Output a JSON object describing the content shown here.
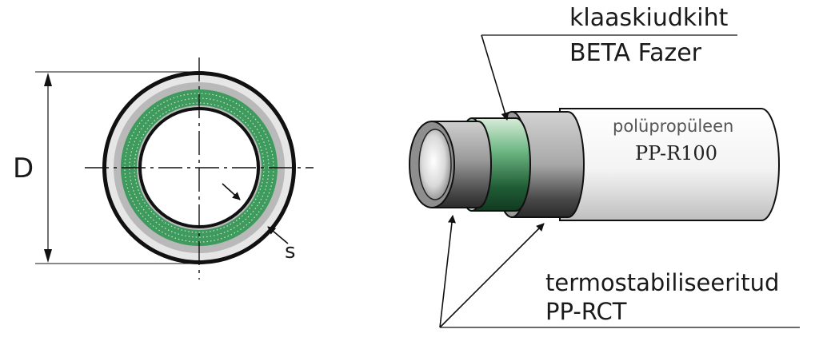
{
  "cross_section": {
    "diameter_label": "D",
    "wall_label": "s"
  },
  "pipe_side": {
    "fiber_layer_label": "klaaskiudkiht",
    "fiber_layer_brand": "BETA Fazer",
    "outer_material": "polüpropüleen",
    "outer_grade": "PP-R100",
    "inner_material": "termostabiliseeritud",
    "inner_grade": "PP-RCT"
  },
  "colors": {
    "glass_fiber": "#3f9a5d",
    "pp_gray": "#b9b9b9",
    "pp_white": "#f2f2f2",
    "outline": "#111111"
  }
}
